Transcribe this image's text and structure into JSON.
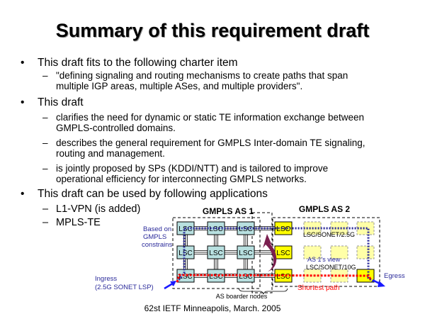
{
  "slide": {
    "title": "Summary of this requirement draft",
    "bullets": [
      {
        "marker": "•",
        "text": "This draft fits to the following charter item",
        "subs": [
          {
            "marker": "–",
            "lines": [
              "\"defining signaling and routing mechanisms to create paths that span",
              "multiple IGP areas, multiple ASes, and multiple providers\"."
            ]
          }
        ]
      },
      {
        "marker": "•",
        "text": "This draft",
        "subs": [
          {
            "marker": "–",
            "lines": [
              "clarifies the need for dynamic or static TE information exchange between",
              "GMPLS-controlled domains."
            ]
          },
          {
            "marker": "–",
            "lines": [
              "describes the general requirement for GMPLS Inter-domain TE signaling,",
              "routing and management."
            ]
          },
          {
            "marker": "–",
            "lines": [
              "is jointly proposed by SPs (KDDI/NTT) and is tailored to improve",
              "operational efficiency for interconnecting GMPLS networks."
            ]
          }
        ]
      },
      {
        "marker": "•",
        "text": "This draft can be used by following applications",
        "subs": [
          {
            "marker": "–",
            "lines": [
              "L1-VPN (is added)"
            ]
          },
          {
            "marker": "–",
            "lines": [
              "MPLS-TE"
            ]
          }
        ]
      }
    ],
    "footer": "62st IETF Minneapolis, March. 2005"
  },
  "diagram": {
    "as1_label": "GMPLS AS 1",
    "as2_label": "GMPLS AS 2",
    "node_label": "LSC",
    "based_on": [
      "Based on",
      "GMPLS",
      "constrains"
    ],
    "ingress": [
      "Ingress",
      "(2.5G SONET LSP)"
    ],
    "egress": "Egress",
    "as2_top_label": "LSC/SONET/2.5G",
    "as2_view_label": "AS 1's view",
    "as2_bottom_label": "LSC/SONET/10G",
    "shortest_path": "Shortest path",
    "border_nodes": "AS boarder nodes",
    "colors": {
      "as1_node": "#b8e0e0",
      "as2_border_node": "#ffff00",
      "as2_view_node": "#ffffa8",
      "constraint_path": "#2a2a9a",
      "shortest_path": "#ff0000",
      "arrow": "#7a1f4f",
      "label_blue": "#2a2a9a"
    }
  }
}
